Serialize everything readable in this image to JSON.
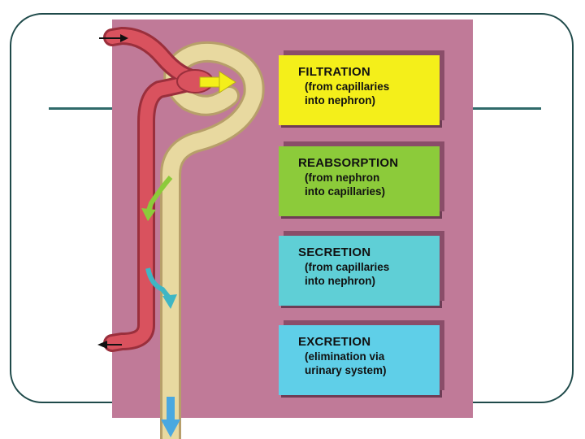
{
  "processes": [
    {
      "title": "FILTRATION",
      "desc_line1": "(from capillaries",
      "desc_line2": "into nephron)",
      "color": "#f4ef1a"
    },
    {
      "title": "REABSORPTION",
      "desc_line1": "(from nephron",
      "desc_line2": "into capillaries)",
      "color": "#8ccb3a"
    },
    {
      "title": "SECRETION",
      "desc_line1": "(from capillaries",
      "desc_line2": "into nephron)",
      "color": "#5fcfd6"
    },
    {
      "title": "EXCRETION",
      "desc_line1": "(elimination via",
      "desc_line2": "urinary system)",
      "color": "#5fcfe8"
    }
  ],
  "colors": {
    "panel": "#c07a98",
    "capillary": "#d9525e",
    "tubule": "#e8d9a0",
    "filtration_arrow": "#f4ef1a",
    "reabsorption_arrow": "#8ccb3a",
    "secretion_arrow": "#3fb6c4",
    "excretion_arrow": "#4aa8e0"
  }
}
